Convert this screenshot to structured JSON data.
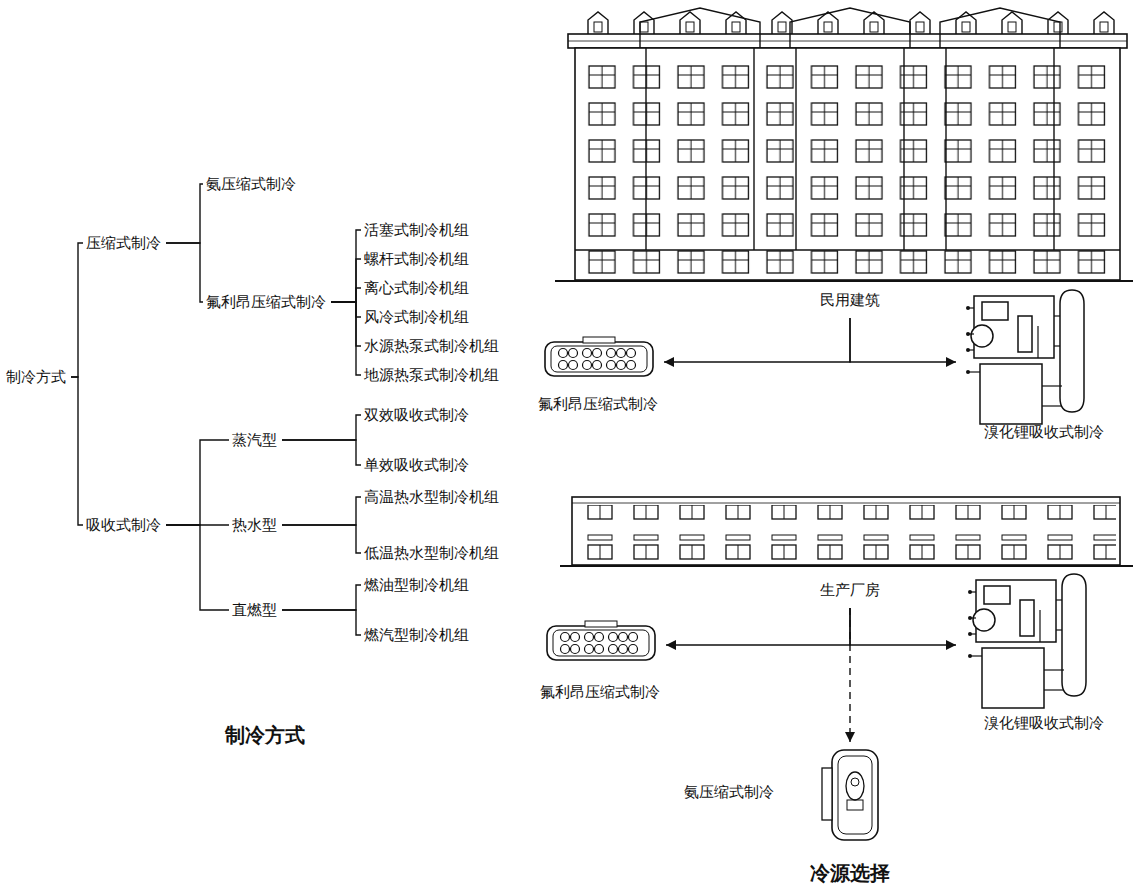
{
  "diagram": {
    "nodes": [
      {
        "text": [
          "制冷方式"
        ]
      },
      {
        "text": [
          "压缩式制冷"
        ]
      },
      {
        "text": [
          "氨压缩式制冷"
        ]
      },
      {
        "text": [
          "氟利昂压缩式制冷"
        ]
      },
      {
        "text": [
          "活塞式制冷机组"
        ]
      },
      {
        "text": [
          "螺杆式制冷机组"
        ]
      },
      {
        "text": [
          "离心式制冷机组"
        ]
      },
      {
        "text": [
          "风冷式制冷机组"
        ]
      },
      {
        "text": [
          "水源热泵式制冷机组"
        ]
      },
      {
        "text": [
          "地源热泵式制冷机组"
        ]
      },
      {
        "text": [
          "吸收式制冷"
        ]
      },
      {
        "text": [
          "蒸汽型"
        ]
      },
      {
        "text": [
          "双效吸收式制冷"
        ]
      },
      {
        "text": [
          "单效吸收式制冷"
        ]
      },
      {
        "text": [
          "热水型"
        ]
      },
      {
        "text": [
          "高温热水型制冷机组"
        ]
      },
      {
        "text": [
          "低温热水型制冷机组"
        ]
      },
      {
        "text": [
          "直燃型"
        ]
      },
      {
        "text": [
          "燃油型制冷机组"
        ]
      },
      {
        "text": [
          "燃汽型制冷机组"
        ]
      },
      {
        "text": [
          "民用建筑"
        ]
      },
      {
        "text": [
          "氟利昂压缩式制冷"
        ]
      },
      {
        "text": [
          "溴化锂吸收式制冷"
        ]
      },
      {
        "text": [
          "生产厂房"
        ]
      },
      {
        "text": [
          "氟利昂压缩式制冷"
        ]
      },
      {
        "text": [
          "溴化锂吸收式制冷"
        ]
      },
      {
        "text": [
          "氨压缩式制冷"
        ]
      }
    ],
    "edges": [
      {
        "from": 0,
        "to": 1,
        "arrow": "none"
      },
      {
        "from": 0,
        "to": 10,
        "arrow": "none"
      },
      {
        "from": 1,
        "to": 2,
        "arrow": "none"
      },
      {
        "from": 1,
        "to": 3,
        "arrow": "none"
      },
      {
        "from": 3,
        "to": 4,
        "arrow": "none"
      },
      {
        "from": 3,
        "to": 5,
        "arrow": "none"
      },
      {
        "from": 3,
        "to": 6,
        "arrow": "none"
      },
      {
        "from": 3,
        "to": 7,
        "arrow": "none"
      },
      {
        "from": 3,
        "to": 8,
        "arrow": "none"
      },
      {
        "from": 3,
        "to": 9,
        "arrow": "none"
      },
      {
        "from": 10,
        "to": 11,
        "arrow": "none"
      },
      {
        "from": 10,
        "to": 14,
        "arrow": "none"
      },
      {
        "from": 10,
        "to": 17,
        "arrow": "none"
      },
      {
        "from": 11,
        "to": 12,
        "arrow": "none"
      },
      {
        "from": 11,
        "to": 13,
        "arrow": "none"
      },
      {
        "from": 14,
        "to": 15,
        "arrow": "none"
      },
      {
        "from": 14,
        "to": 16,
        "arrow": "none"
      },
      {
        "from": 17,
        "to": 18,
        "arrow": "none"
      },
      {
        "from": 17,
        "to": 19,
        "arrow": "none"
      },
      {
        "from": 20,
        "to": 21,
        "arrow": "to"
      },
      {
        "from": 20,
        "to": 22,
        "arrow": "to"
      },
      {
        "from": 23,
        "to": 24,
        "arrow": "to"
      },
      {
        "from": 23,
        "to": 25,
        "arrow": "to"
      },
      {
        "from": 23,
        "to": 26,
        "arrow": "to"
      }
    ],
    "labels": [
      "制冷方式",
      "冷源选择"
    ]
  }
}
